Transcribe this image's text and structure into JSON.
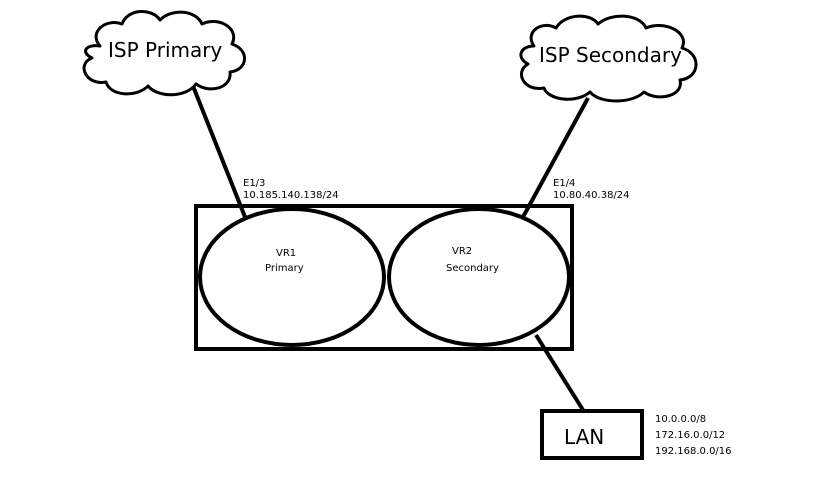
{
  "clouds": {
    "primary": {
      "label": "ISP Primary"
    },
    "secondary": {
      "label": "ISP Secondary"
    }
  },
  "interfaces": {
    "e13": {
      "name": "E1/3",
      "ip": "10.185.140.138/24"
    },
    "e14": {
      "name": "E1/4",
      "ip": "10.80.40.38/24"
    }
  },
  "routers": {
    "vr1": {
      "name": "VR1",
      "role": "Primary"
    },
    "vr2": {
      "name": "VR2",
      "role": "Secondary"
    }
  },
  "lan": {
    "label": "LAN",
    "subnets": [
      "10.0.0.0/8",
      "172.16.0.0/12",
      "192.168.0.0/16"
    ]
  },
  "colors": {
    "stroke": "#000000",
    "background": "#ffffff"
  }
}
